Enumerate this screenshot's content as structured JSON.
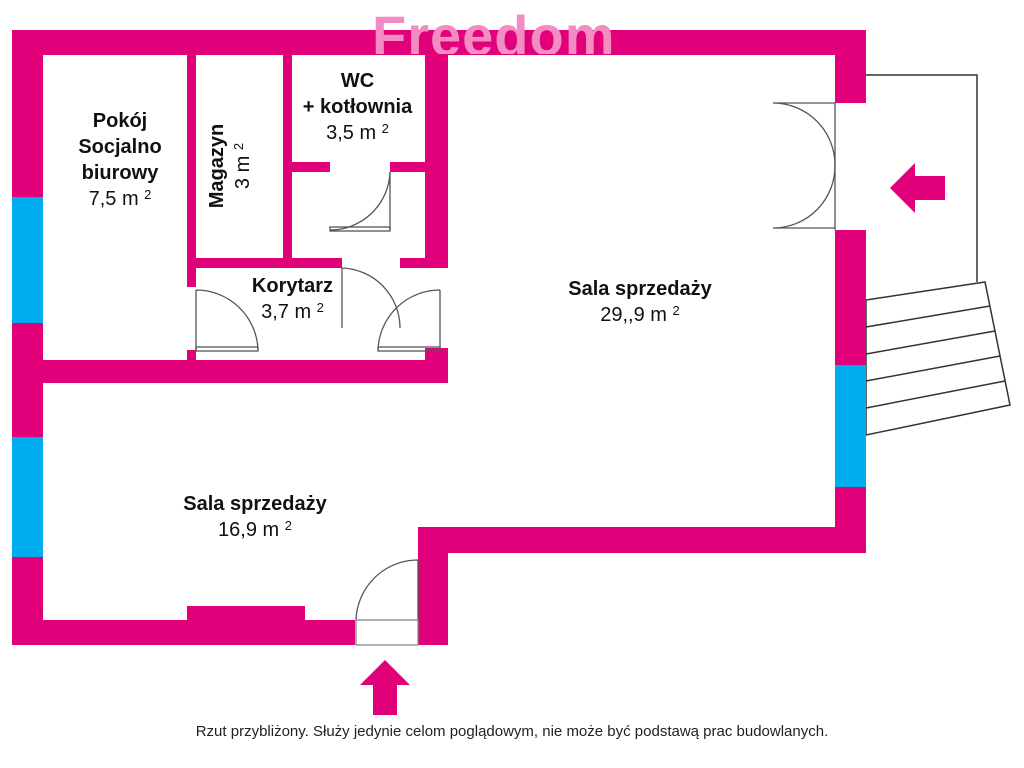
{
  "watermark": "Freedom",
  "colors": {
    "wall": "#e2007a",
    "window": "#00aeef",
    "line": "#555555"
  },
  "rooms": [
    {
      "name_lines": [
        "Pokój",
        "Socjalno",
        "biurowy"
      ],
      "area": "7,5 m",
      "unit_exp": "2"
    },
    {
      "name_lines": [
        "Magazyn"
      ],
      "area": "3 m",
      "unit_exp": "2"
    },
    {
      "name_lines": [
        "WC",
        "+ kotłownia"
      ],
      "area": "3,5 m",
      "unit_exp": "2"
    },
    {
      "name_lines": [
        "Korytarz"
      ],
      "area": "3,7 m",
      "unit_exp": "2"
    },
    {
      "name_lines": [
        "Sala sprzedaży"
      ],
      "area": "29,,9 m",
      "unit_exp": "2"
    },
    {
      "name_lines": [
        "Sala sprzedaży"
      ],
      "area": "16,9 m",
      "unit_exp": "2"
    }
  ],
  "note": "Rzut przybliżony. Służy jedynie celom poglądowym, nie może być podstawą prac budowlanych."
}
